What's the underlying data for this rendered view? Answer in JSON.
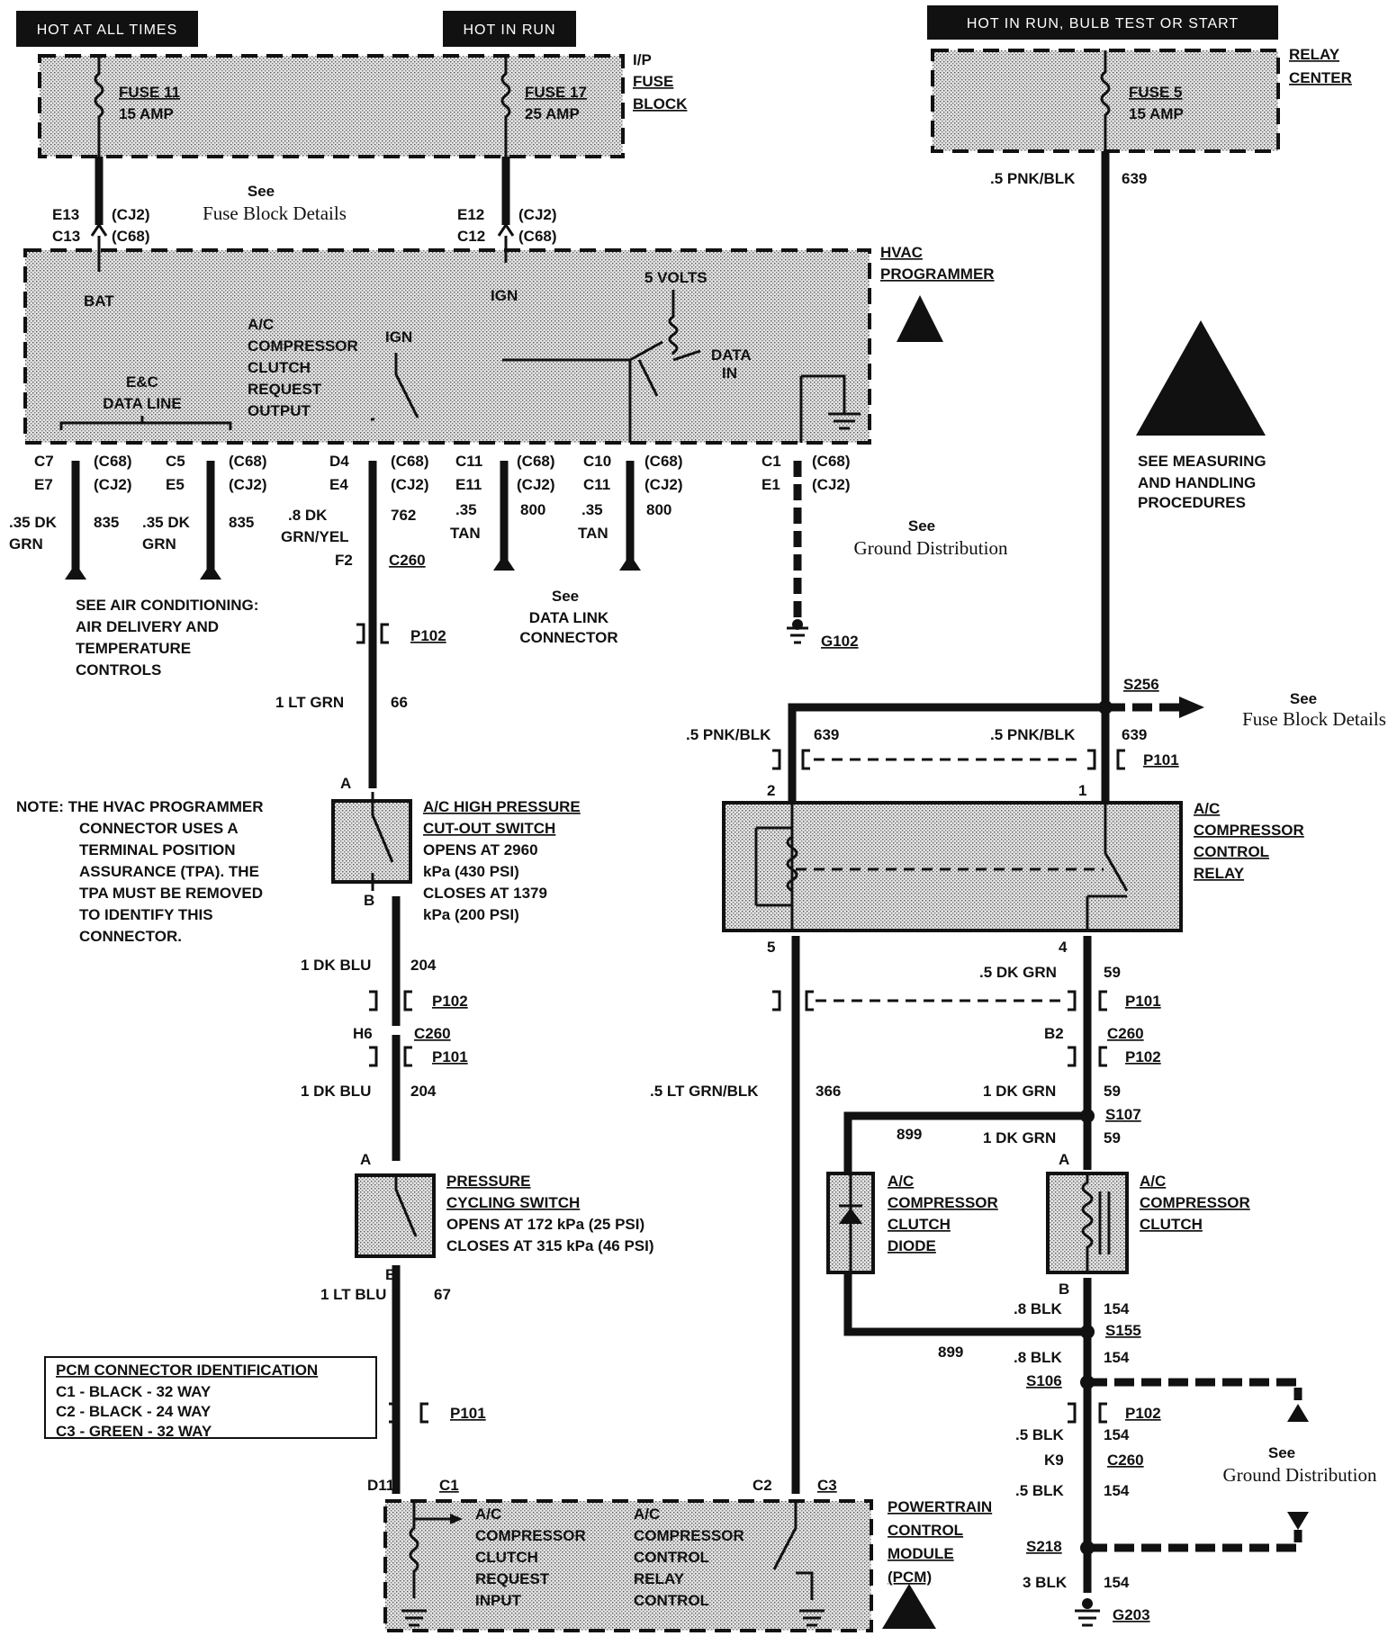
{
  "headers": {
    "hot_at_all_times": "HOT AT ALL TIMES",
    "hot_in_run": "HOT IN RUN",
    "hot_in_run_bulb": "HOT IN RUN, BULB TEST OR START"
  },
  "fuse_block": {
    "l1": "I/P",
    "l2": "FUSE",
    "l3": "BLOCK"
  },
  "fuse11": {
    "name": "FUSE 11",
    "rating": "15 AMP"
  },
  "fuse17": {
    "name": "FUSE 17",
    "rating": "25 AMP"
  },
  "relay_center": {
    "l1": "RELAY",
    "l2": "CENTER"
  },
  "fuse5": {
    "name": "FUSE 5",
    "rating": "15 AMP"
  },
  "see_fuse_block": {
    "see": "See",
    "text": "Fuse Block Details"
  },
  "conn_top": {
    "e13": "E13",
    "cj2": "(CJ2)",
    "c13": "C13",
    "c68": "(C68)",
    "e12": "E12",
    "c12": "C12"
  },
  "hvac": {
    "l1": "HVAC",
    "l2": "PROGRAMMER",
    "bat": "BAT",
    "ign": "IGN",
    "ign2": "IGN",
    "five_volts": "5 VOLTS",
    "data": "DATA",
    "in": "IN",
    "ac1": "A/C",
    "ac2": "COMPRESSOR",
    "ac3": "CLUTCH",
    "ac4": "REQUEST",
    "ac5": "OUTPUT",
    "ecc1": "E&C",
    "ecc2": "DATA LINE"
  },
  "bottom_conns": {
    "c7": "C7",
    "e7": "E7",
    "c5": "C5",
    "e5": "E5",
    "d4": "D4",
    "e4": "E4",
    "c11": "C11",
    "e11": "E11",
    "c10": "C10",
    "c11b": "C11",
    "c1": "C1",
    "e1": "E1",
    "c68": "(C68)",
    "cj2": "(CJ2)"
  },
  "wires_top": {
    "dkgrn": ".35 DK",
    "grn": "GRN",
    "n835": "835",
    "dkgrnyel": ".8 DK",
    "grnyel": "GRN/YEL",
    "n762": "762",
    "tan35": ".35",
    "tan": "TAN",
    "n800": "800"
  },
  "see_ac": {
    "l1": "SEE AIR CONDITIONING:",
    "l2": "AIR DELIVERY AND",
    "l3": "TEMPERATURE",
    "l4": "CONTROLS"
  },
  "see_dlc": {
    "see": "See",
    "l1": "DATA LINK",
    "l2": "CONNECTOR"
  },
  "see_ground1": {
    "see": "See",
    "text": "Ground Distribution"
  },
  "g102": "G102",
  "f2": "F2",
  "c260": "C260",
  "p102": "P102",
  "p101": "P101",
  "ltgrn": {
    "color": "1 LT GRN",
    "num": "66"
  },
  "pnk639": {
    "color": ".5 PNK/BLK",
    "num": "639"
  },
  "esd": {
    "l1": "SEE MEASURING",
    "l2": "AND HANDLING",
    "l3": "PROCEDURES"
  },
  "s256": "S256",
  "note": {
    "l1": "NOTE: THE HVAC PROGRAMMER",
    "l2": "CONNECTOR USES A",
    "l3": "TERMINAL POSITION",
    "l4": "ASSURANCE (TPA). THE",
    "l5": "TPA MUST BE REMOVED",
    "l6": "TO IDENTIFY THIS",
    "l7": "CONNECTOR."
  },
  "hp_switch": {
    "a": "A",
    "b": "B",
    "l1": "A/C HIGH PRESSURE",
    "l2": "CUT-OUT SWITCH",
    "l3": "OPENS AT 2960",
    "l4": "kPa (430 PSI)",
    "l5": "CLOSES AT 1379",
    "l6": "kPa (200 PSI)"
  },
  "relay": {
    "l1": "A/C",
    "l2": "COMPRESSOR",
    "l3": "CONTROL",
    "l4": "RELAY",
    "p2": "2",
    "p1": "1",
    "p5": "5",
    "p4": "4"
  },
  "dkblu": {
    "color": "1 DK BLU",
    "num": "204"
  },
  "h6": "H6",
  "b2": "B2",
  "dkgrn59": {
    "c1": ".5 DK GRN",
    "c2": "1 DK GRN",
    "num": "59"
  },
  "ltgrnblk": {
    "color": ".5 LT GRN/BLK",
    "num": "366"
  },
  "s107": "S107",
  "n899": "899",
  "pcs": {
    "a": "A",
    "b": "B",
    "l1": "PRESSURE",
    "l2": "CYCLING SWITCH",
    "l3": "OPENS AT 172 kPa (25 PSI)",
    "l4": "CLOSES AT 315 kPa (46 PSI)"
  },
  "diode": {
    "l1": "A/C",
    "l2": "COMPRESSOR",
    "l3": "CLUTCH",
    "l4": "DIODE"
  },
  "clutch": {
    "a": "A",
    "b": "B",
    "l1": "A/C",
    "l2": "COMPRESSOR",
    "l3": "CLUTCH"
  },
  "ltblu": {
    "color": "1 LT BLU",
    "num": "67"
  },
  "blk": {
    "b8": ".8 BLK",
    "b5": ".5 BLK",
    "b3": "3 BLK",
    "num": "154"
  },
  "s155": "S155",
  "s106": "S106",
  "s218": "S218",
  "k9": "K9",
  "g203": "G203",
  "see_ground2": {
    "see": "See",
    "text": "Ground Distribution"
  },
  "pcm_id": {
    "title": "PCM CONNECTOR IDENTIFICATION",
    "c1": "C1 - BLACK - 32 WAY",
    "c2": "C2 - BLACK - 24 WAY",
    "c3": "C3 - GREEN - 32 WAY"
  },
  "pcm": {
    "d11": "D11",
    "c1": "C1",
    "c2": "C2",
    "c3": "C3",
    "l1": "POWERTRAIN",
    "l2": "CONTROL",
    "l3": "MODULE",
    "l4": "(PCM)",
    "in1": "A/C",
    "in2": "COMPRESSOR",
    "in3": "CLUTCH",
    "in4": "REQUEST",
    "in5": "INPUT",
    "out1": "A/C",
    "out2": "COMPRESSOR",
    "out3": "CONTROL",
    "out4": "RELAY",
    "out5": "CONTROL"
  }
}
